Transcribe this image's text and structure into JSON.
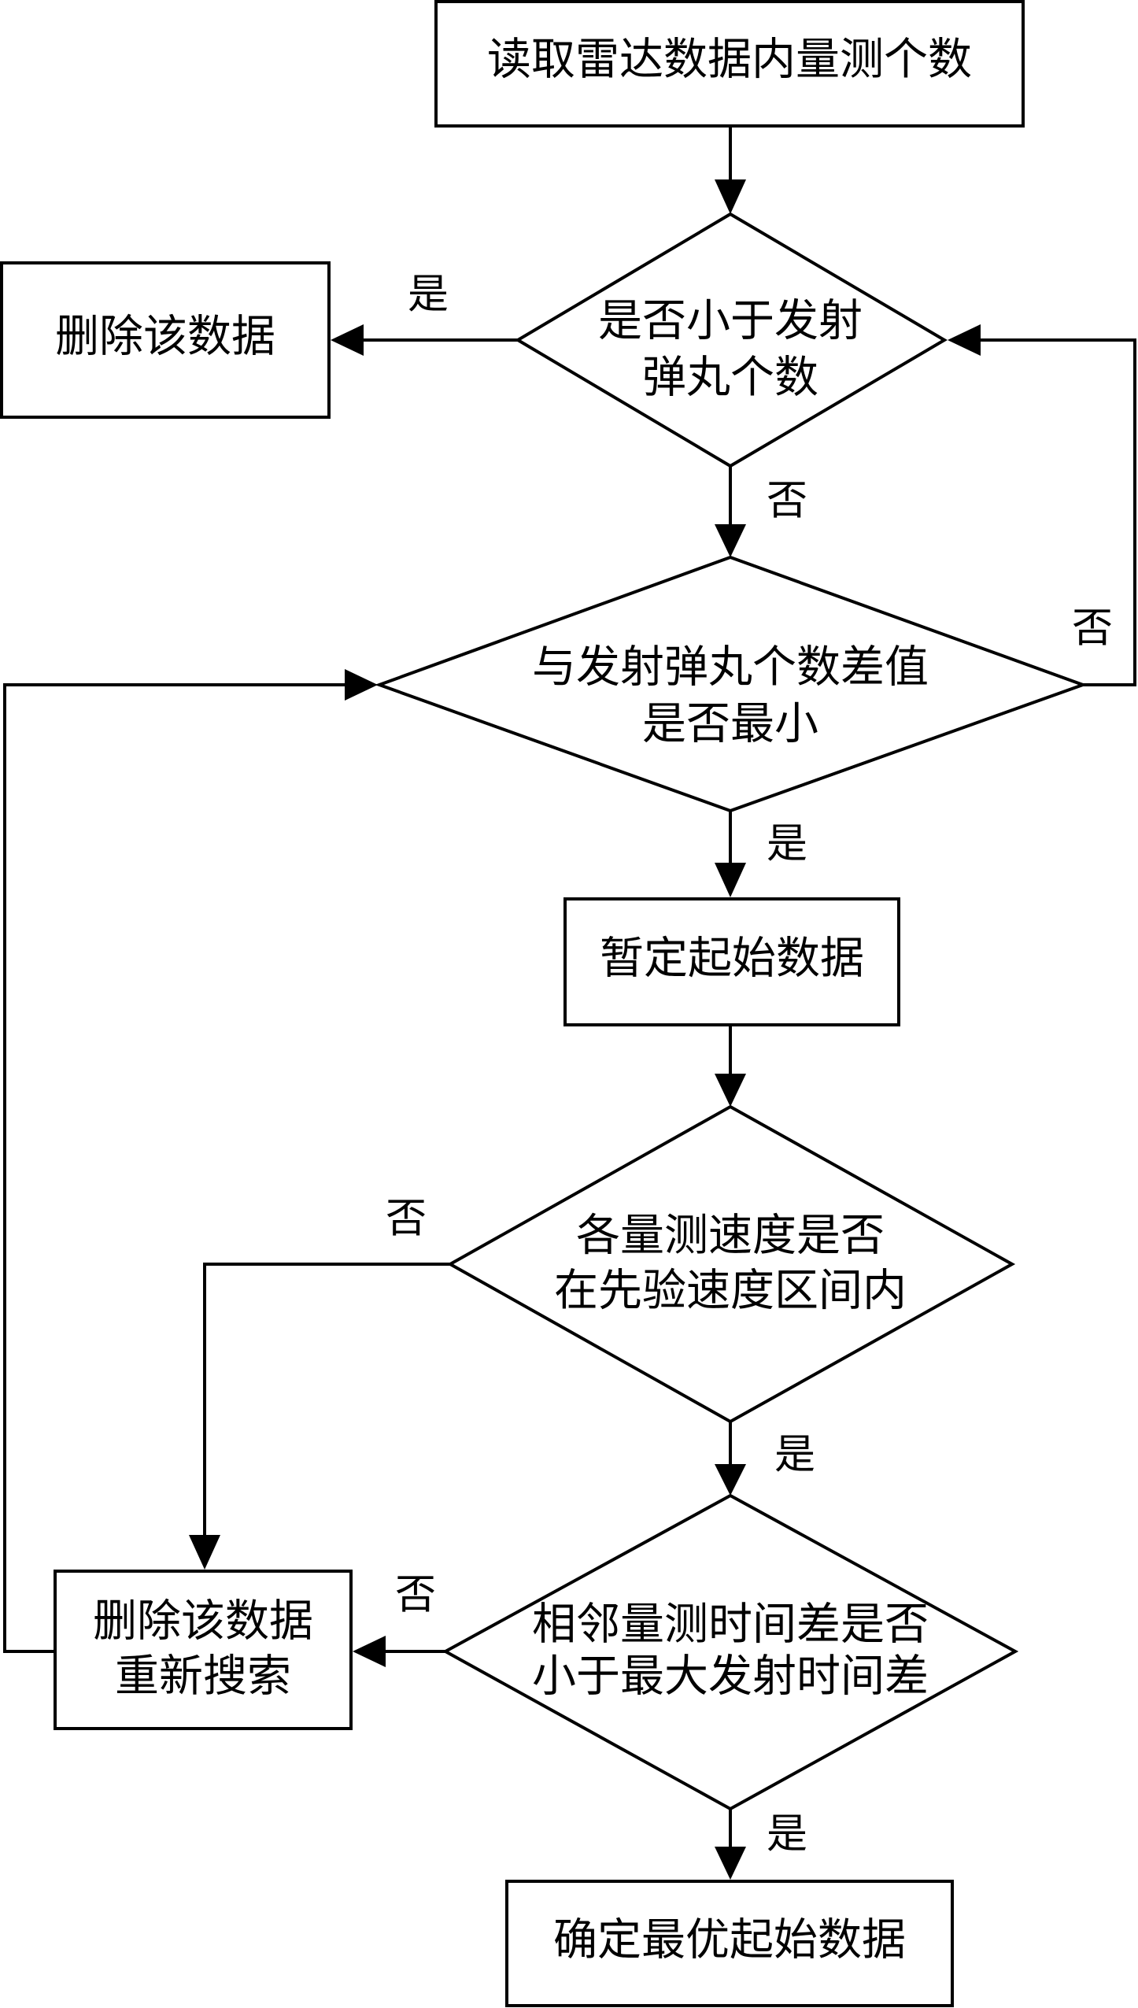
{
  "nodes": {
    "read_count": {
      "lines": [
        "读取雷达数据内量测个数"
      ]
    },
    "check_less": {
      "lines": [
        "是否小于发射",
        "弹丸个数"
      ]
    },
    "delete_1": {
      "lines": [
        "删除该数据"
      ]
    },
    "check_min_diff": {
      "lines": [
        "与发射弹丸个数差值",
        "是否最小"
      ]
    },
    "temp_start": {
      "lines": [
        "暂定起始数据"
      ]
    },
    "check_speed": {
      "lines": [
        "各量测速度是否",
        "在先验速度区间内"
      ]
    },
    "check_time": {
      "lines": [
        "相邻量测时间差是否",
        "小于最大发射时间差"
      ]
    },
    "delete_research": {
      "lines": [
        "删除该数据",
        "重新搜索"
      ]
    },
    "final": {
      "lines": [
        "确定最优起始数据"
      ]
    }
  },
  "edge_labels": {
    "less_yes": "是",
    "less_no": "否",
    "mindiff_no": "否",
    "mindiff_yes": "是",
    "speed_no": "否",
    "speed_yes": "是",
    "time_no": "否",
    "time_yes": "是"
  }
}
